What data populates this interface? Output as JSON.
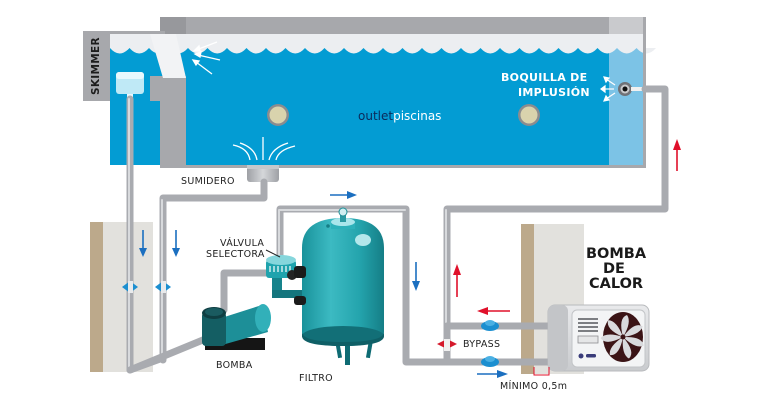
{
  "labels": {
    "skimmer": "SKIMMER",
    "sumidero": "SUMIDERO",
    "boquilla_line1": "BOQUILLA DE",
    "boquilla_line2": "IMPLUSIÓN",
    "valvula_line1": "VÁLVULA",
    "valvula_line2": "SELECTORA",
    "bomba": "BOMBA",
    "filtro": "FILTRO",
    "bypass": "BYPASS",
    "minimo": "MÍNIMO 0,5m",
    "bomba_calor_line1": "BOMBA",
    "bomba_calor_line2": "DE",
    "bomba_calor_line3": "CALOR"
  },
  "brand": {
    "part1": "outlet",
    "part2": "piscinas"
  },
  "colors": {
    "water": "#039cd3",
    "water_light": "#7cc3e6",
    "pool_frame": "#a7a8ac",
    "foam": "#eceef1",
    "flow_blue": "#1b6fc0",
    "flow_red": "#e0102a",
    "equipment_teal": "#1fa3ad",
    "wall_tan": "#bca98b",
    "wall_light": "#e2e1dd"
  }
}
